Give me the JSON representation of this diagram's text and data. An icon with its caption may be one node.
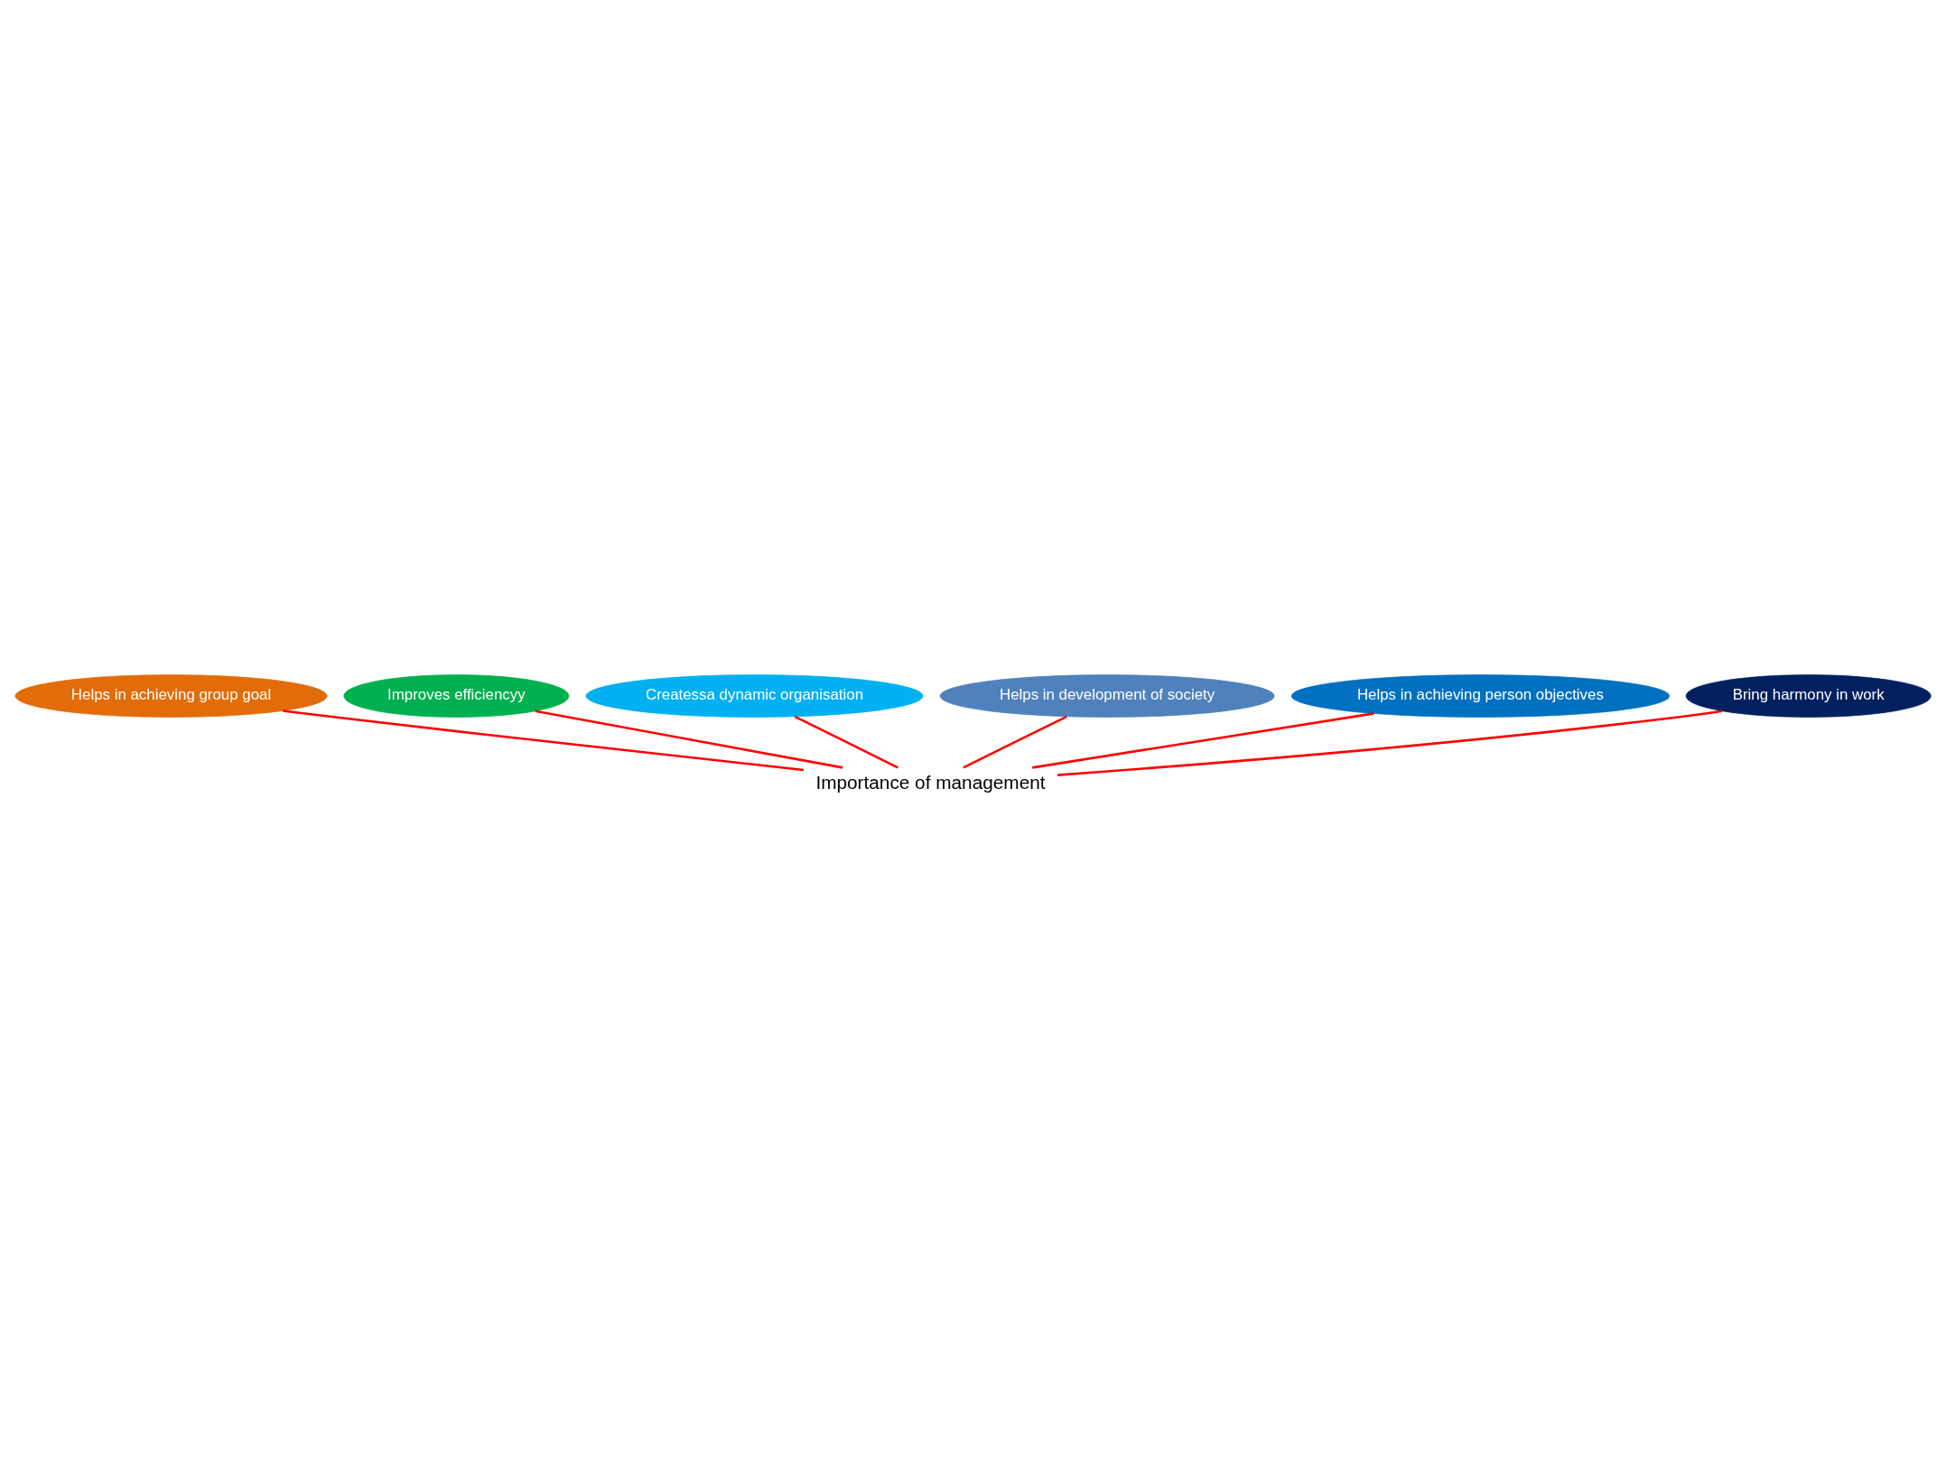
{
  "diagram": {
    "nodes": [
      {
        "text": [
          "Importance of management"
        ]
      },
      {
        "text": [
          "Helps in achieving group goal"
        ]
      },
      {
        "text": [
          "Improves efficiencyy"
        ]
      },
      {
        "text": [
          "Createssa dynamic organisation"
        ]
      },
      {
        "text": [
          "Helps in development of society"
        ]
      },
      {
        "text": [
          "Helps in achieving person objectives"
        ]
      },
      {
        "text": [
          "Bring harmony in work"
        ]
      }
    ],
    "edges": [
      {
        "from": 0,
        "to": 1,
        "arrow": "none"
      },
      {
        "from": 0,
        "to": 2,
        "arrow": "none"
      },
      {
        "from": 0,
        "to": 3,
        "arrow": "none"
      },
      {
        "from": 0,
        "to": 4,
        "arrow": "none"
      },
      {
        "from": 0,
        "to": 5,
        "arrow": "none"
      },
      {
        "from": 0,
        "to": 6,
        "arrow": "none"
      }
    ]
  }
}
